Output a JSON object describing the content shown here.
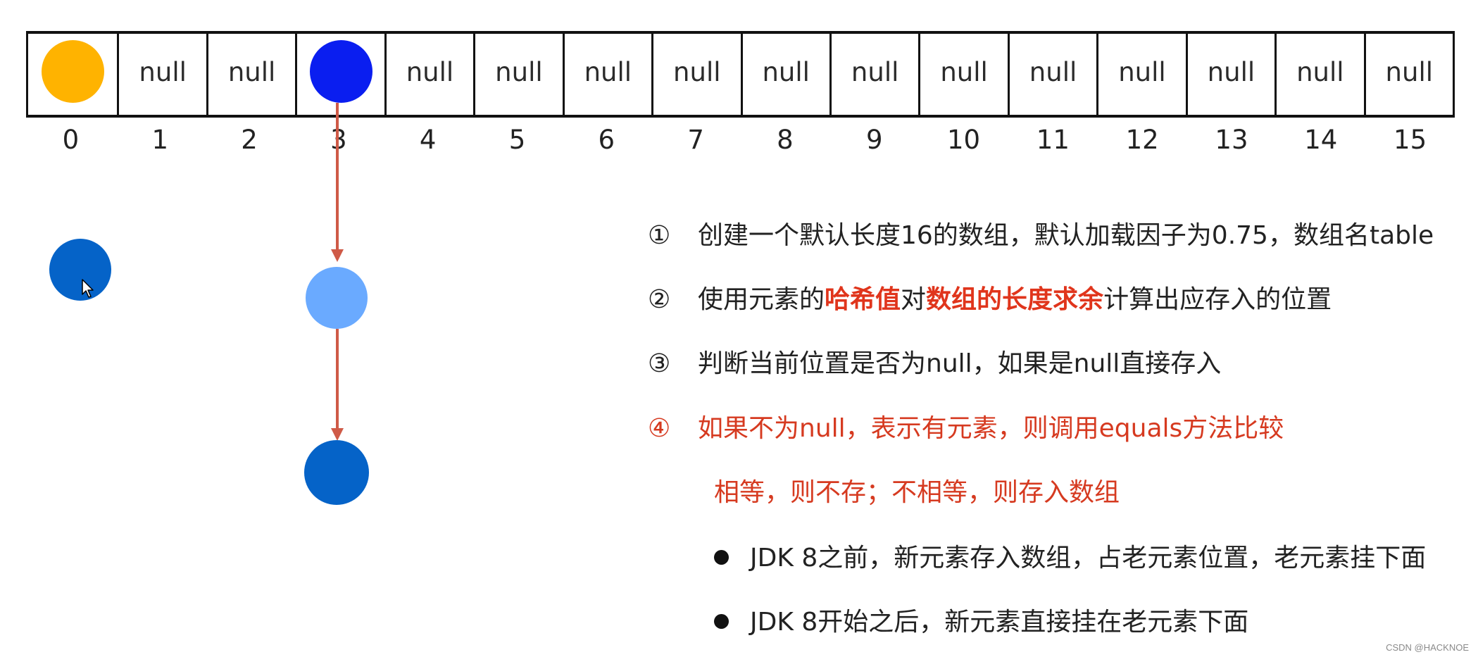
{
  "table": {
    "cells": [
      {
        "index": "0",
        "node_color": "#ffb300"
      },
      {
        "index": "1",
        "value": "null"
      },
      {
        "index": "2",
        "value": "null"
      },
      {
        "index": "3",
        "node_color": "#0a1ef0"
      },
      {
        "index": "4",
        "value": "null"
      },
      {
        "index": "5",
        "value": "null"
      },
      {
        "index": "6",
        "value": "null"
      },
      {
        "index": "7",
        "value": "null"
      },
      {
        "index": "8",
        "value": "null"
      },
      {
        "index": "9",
        "value": "null"
      },
      {
        "index": "10",
        "value": "null"
      },
      {
        "index": "11",
        "value": "null"
      },
      {
        "index": "12",
        "value": "null"
      },
      {
        "index": "13",
        "value": "null"
      },
      {
        "index": "14",
        "value": "null"
      },
      {
        "index": "15",
        "value": "null"
      }
    ]
  },
  "chain": {
    "first_node_color": "#6aaaff",
    "second_node_color": "#0563c8"
  },
  "incoming_node": {
    "color": "#0563c8"
  },
  "icons": {
    "cursor": "mouse-pointer-icon",
    "bullet": "bullet-dot"
  },
  "colors": {
    "text": "#222222",
    "border": "#111111",
    "arrow": "#cf5a47",
    "red_text": "#d63a20",
    "highlight": "#e0351c"
  },
  "steps": {
    "step1": {
      "marker": "①",
      "text": "创建一个默认长度16的数组，默认加载因子为0.75，数组名table"
    },
    "step2": {
      "marker": "②",
      "prefix": "使用元素的",
      "hash_value": "哈希值",
      "middle": "对",
      "modulo": "数组的长度求余",
      "suffix": "计算出应存入的位置"
    },
    "step3": {
      "marker": "③",
      "text": "判断当前位置是否为null，如果是null直接存入"
    },
    "step4": {
      "marker": "④",
      "text": "如果不为null，表示有元素，则调用equals方法比较",
      "detail": "相等，则不存；不相等，则存入数组"
    },
    "bullets": [
      "JDK 8之前，新元素存入数组，占老元素位置，老元素挂下面",
      "JDK 8开始之后，新元素直接挂在老元素下面"
    ]
  },
  "watermark": "CSDN @HACKNOE"
}
